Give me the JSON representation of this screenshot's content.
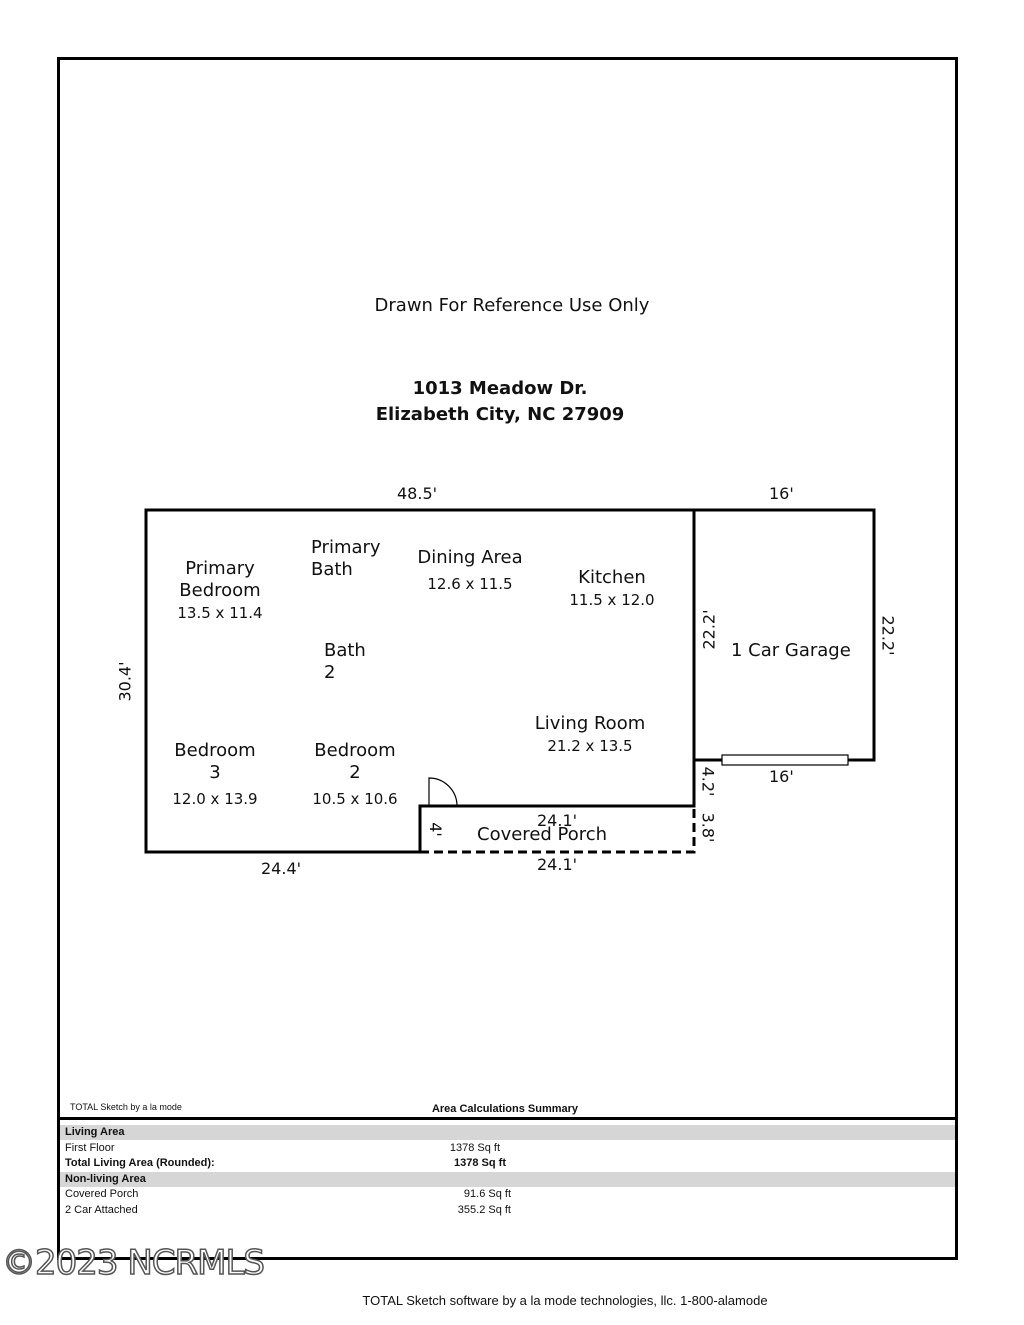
{
  "header": {
    "note": "Drawn For Reference Use Only",
    "address_line1": "1013 Meadow Dr.",
    "address_line2": "Elizabeth City, NC 27909"
  },
  "plan": {
    "rooms": [
      {
        "name": "Primary\nBedroom",
        "size": "13.5 x 11.4"
      },
      {
        "name": "Primary\nBath",
        "size": ""
      },
      {
        "name": "Dining Area",
        "size": "12.6 x 11.5"
      },
      {
        "name": "Kitchen",
        "size": "11.5 x 12.0"
      },
      {
        "name": "Bath\n2",
        "size": ""
      },
      {
        "name": "Living Room",
        "size": "21.2 x 13.5"
      },
      {
        "name": "Bedroom\n3",
        "size": "12.0 x 13.9"
      },
      {
        "name": "Bedroom\n2",
        "size": "10.5 x 10.6"
      },
      {
        "name": "1 Car Garage",
        "size": ""
      },
      {
        "name": "Covered Porch",
        "size": ""
      }
    ],
    "dimensions": {
      "top_main": "48.5'",
      "top_garage": "16'",
      "left": "30.4'",
      "garage_left": "22.2'",
      "garage_right": "22.2'",
      "garage_bottom": "16'",
      "bottom_left": "24.4'",
      "porch_top": "24.1'",
      "porch_bottom": "24.1'",
      "porch_left": "4'",
      "step_upper": "4.2'",
      "step_lower": "3.8'"
    }
  },
  "summary": {
    "credit": "TOTAL Sketch by a la mode",
    "title": "Area Calculations Summary",
    "rows": [
      {
        "label": "Living Area",
        "value": "",
        "style": "header"
      },
      {
        "label": "First Floor",
        "value": "1378 Sq ft",
        "style": "normal"
      },
      {
        "label": "Total Living Area (Rounded):",
        "value": "1378 Sq ft",
        "style": "bold"
      },
      {
        "label": "Non-living Area",
        "value": "",
        "style": "header"
      },
      {
        "label": "Covered Porch",
        "value": "91.6 Sq ft",
        "style": "normal"
      },
      {
        "label": "2 Car Attached",
        "value": "355.2 Sq ft",
        "style": "normal"
      }
    ]
  },
  "watermark": "©2023 NCRMLS",
  "footer": "TOTAL Sketch software by a la mode technologies, llc. 1-800-alamode"
}
